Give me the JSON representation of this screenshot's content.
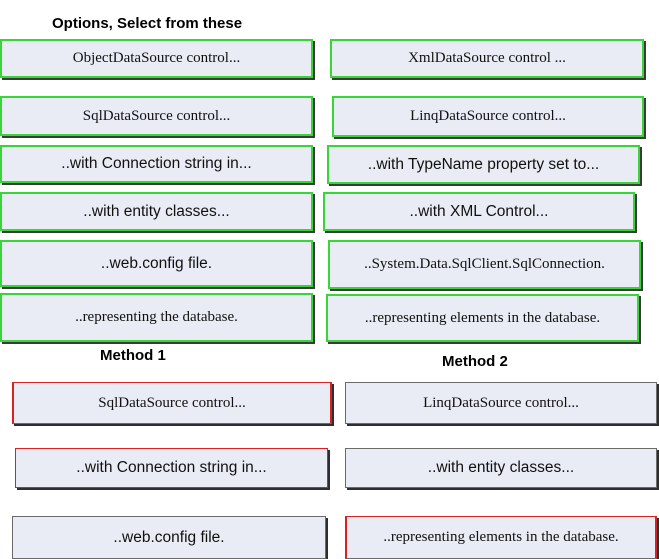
{
  "options_heading": "Options, Select from these",
  "options": [
    {
      "label": "ObjectDataSource control..."
    },
    {
      "label": "XmlDataSource control ..."
    },
    {
      "label": "SqlDataSource control..."
    },
    {
      "label": "LinqDataSource control..."
    },
    {
      "label": "..with Connection string in..."
    },
    {
      "label": "..with TypeName property set to..."
    },
    {
      "label": "..with entity classes..."
    },
    {
      "label": "..with XML Control..."
    },
    {
      "label": "..web.config file."
    },
    {
      "label": "..System.Data.SqlClient.SqlConnection."
    },
    {
      "label": "..representing the database."
    },
    {
      "label": "..representing elements in the database."
    }
  ],
  "method1": {
    "heading": "Method 1",
    "slots": [
      {
        "label": "SqlDataSource control..."
      },
      {
        "label": "..with Connection string in..."
      },
      {
        "label": "..web.config file."
      }
    ]
  },
  "method2": {
    "heading": "Method 2",
    "slots": [
      {
        "label": "LinqDataSource control..."
      },
      {
        "label": "..with entity classes..."
      },
      {
        "label": "..representing elements in the database."
      }
    ]
  },
  "colors": {
    "option_border": "#38d438",
    "slot_border_selected": "#d62222",
    "box_fill": "#e9ecf5"
  }
}
